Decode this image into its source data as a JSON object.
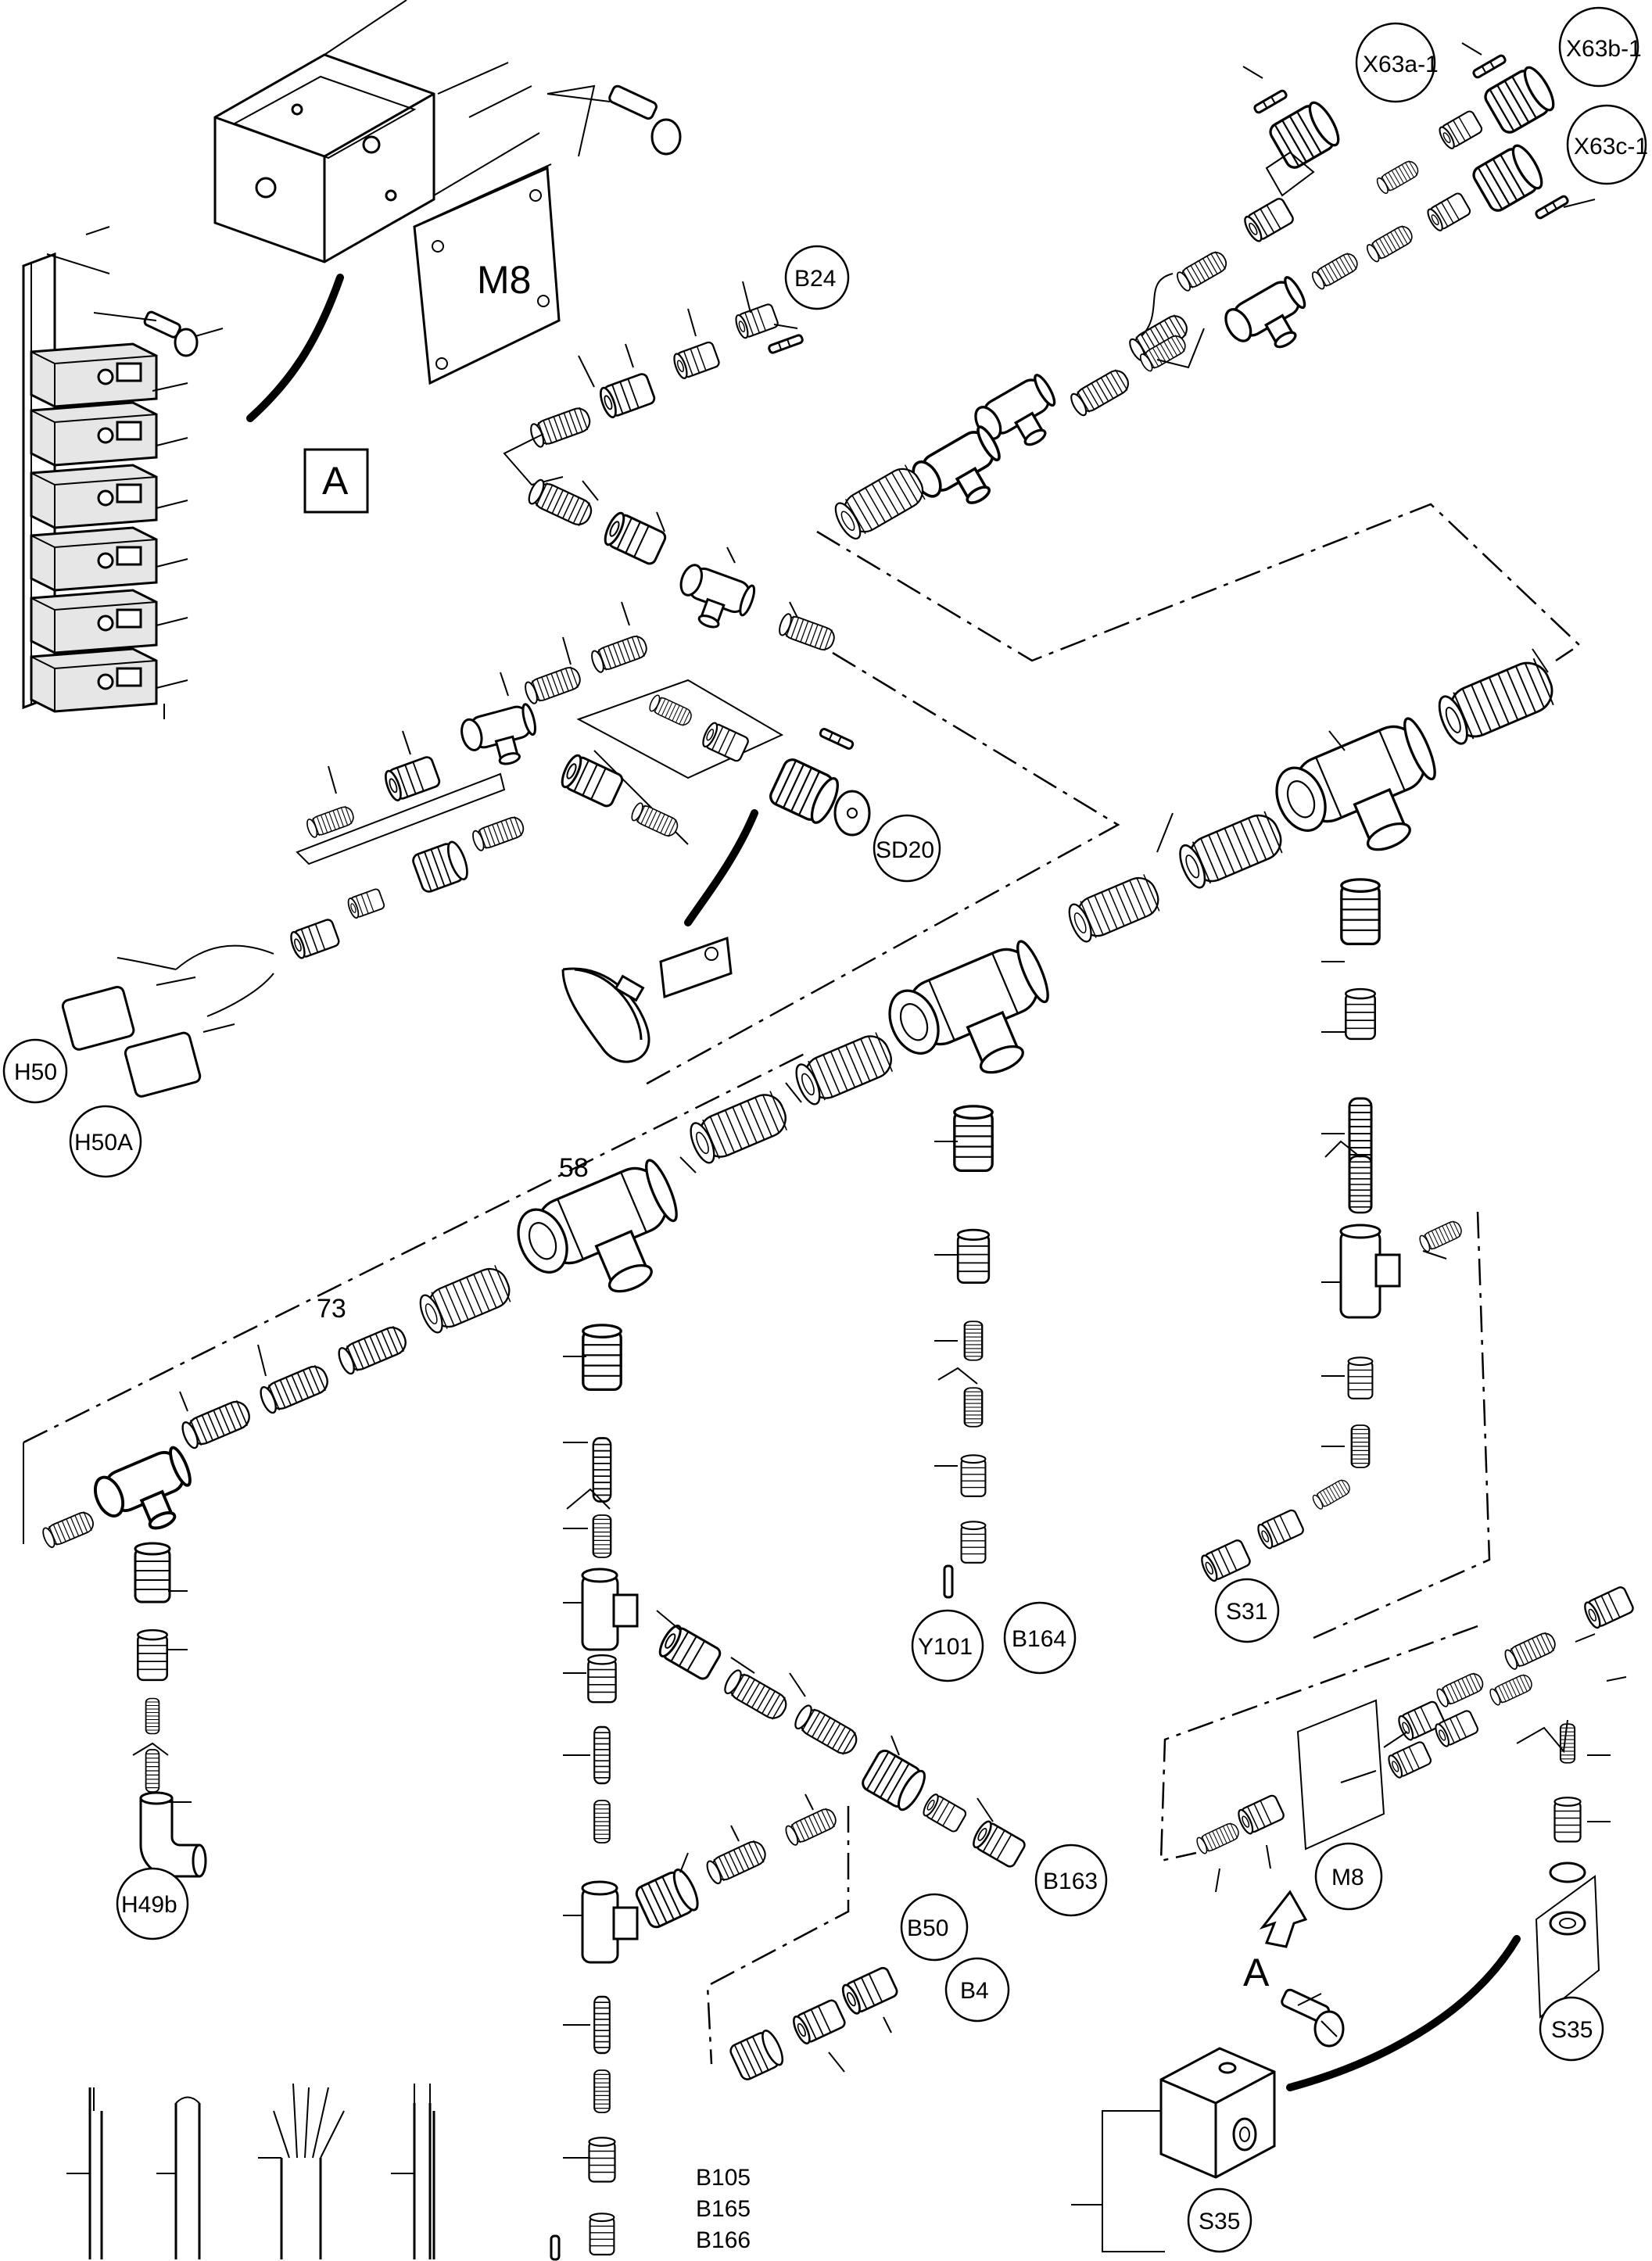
{
  "labels": {
    "x63a": "X63a-1",
    "x63b": "X63b-1",
    "x63c": "X63c-1",
    "b24": "B24",
    "m8_top": "M8",
    "a_box": "A",
    "sd20": "SD20",
    "h50": "H50",
    "h50a": "H50A",
    "num_58": "58",
    "num_73": "73",
    "y101": "Y101",
    "b164": "B164",
    "s31": "S31",
    "h49b": "H49b",
    "b163": "B163",
    "b50": "B50",
    "b4": "B4",
    "m8_bottom": "M8",
    "a_arrow": "A",
    "s35_right": "S35",
    "s35_bottom": "S35",
    "b105": "B105",
    "b165": "B165",
    "b166": "B166"
  },
  "icons": {
    "tee": "tee-connector-icon",
    "sleeve": "corrugated-sleeve-icon",
    "gland": "cable-gland-icon",
    "plug": "round-connector-icon",
    "box": "junction-box-icon",
    "clip": "terminal-clip-icon",
    "tie": "cable-tie-icon",
    "cable": "cable-type-icon"
  }
}
